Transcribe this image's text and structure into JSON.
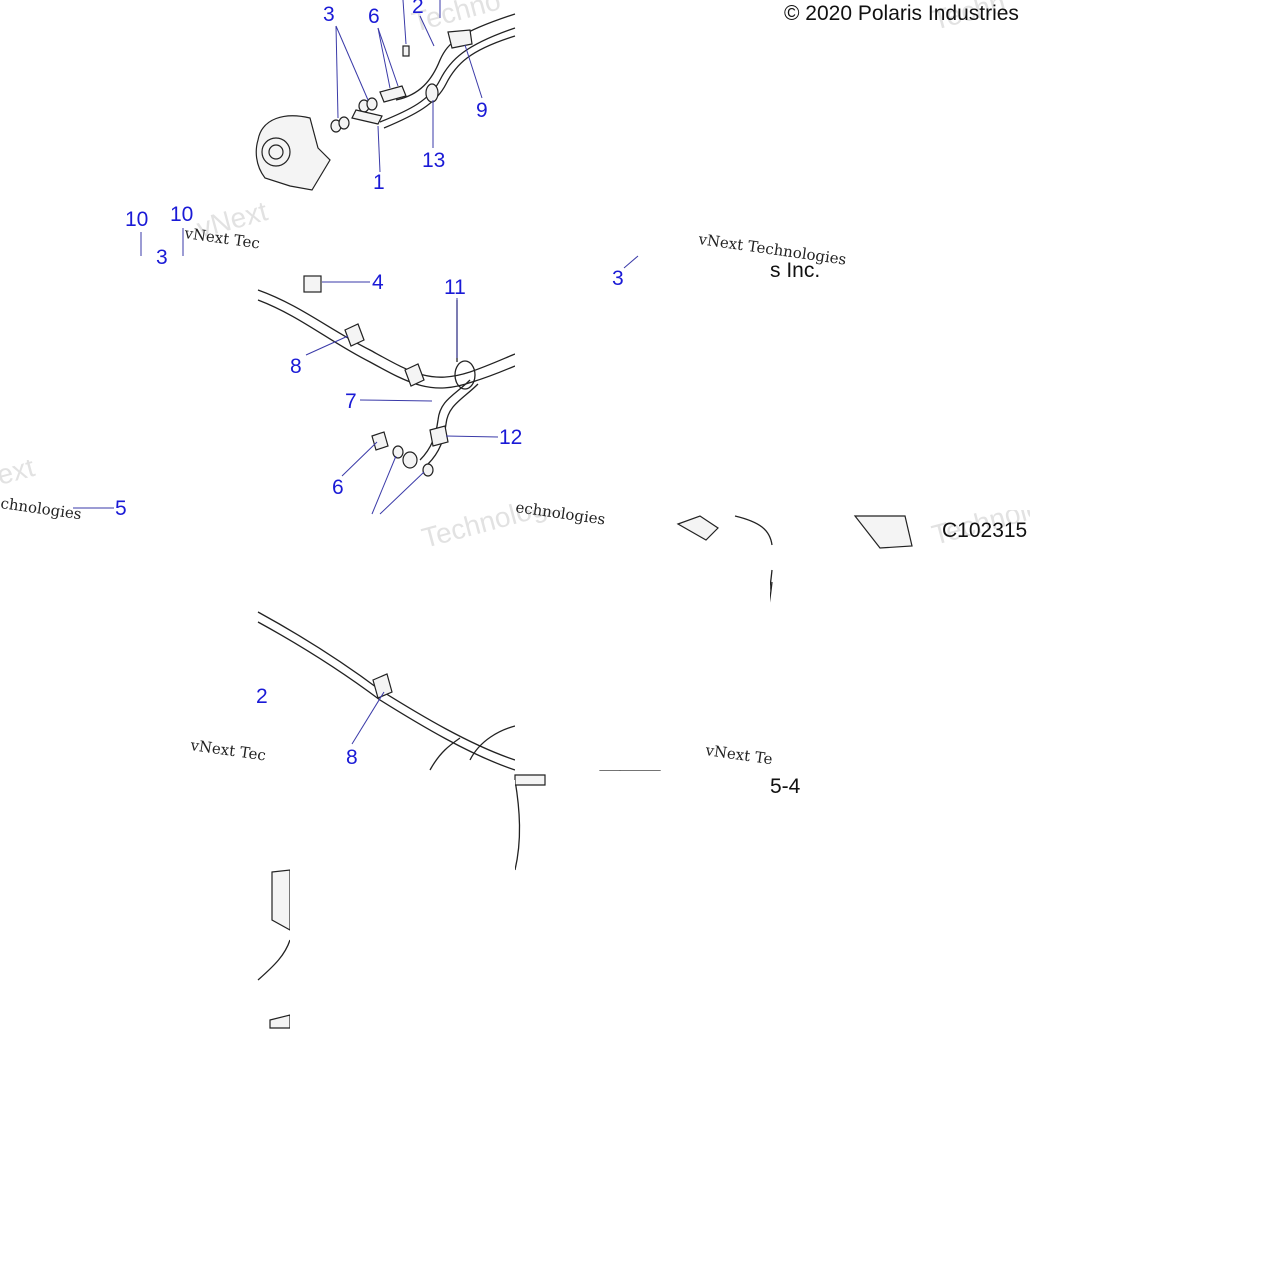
{
  "copyright": "© 2020 Polaris Industries",
  "copyright_fragment": "s Inc.",
  "diagram_code": "C102315",
  "page_fragment": "5-4",
  "watermark": {
    "script": "vNext Technologies",
    "script_fragments": [
      "vNext Tec",
      "chnologies",
      "echnologies",
      "vNext Te"
    ],
    "big": [
      "Techno",
      "Techn",
      "Technologies",
      "vNext",
      "ext",
      "Technologies"
    ]
  },
  "callouts": {
    "c1": "3",
    "c2": "6",
    "c3": "2",
    "c4": "9",
    "c5": "13",
    "c6": "1",
    "c7": "10",
    "c8": "10",
    "c9": "3",
    "c10": "4",
    "c11": "11",
    "c12": "8",
    "c13": "7",
    "c14": "12",
    "c15": "6",
    "c16": "5",
    "c17": "3",
    "c18": "2",
    "c19": "8"
  }
}
